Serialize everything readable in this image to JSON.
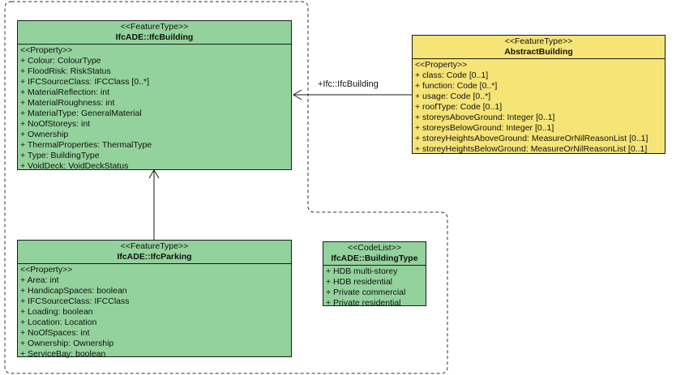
{
  "classes": {
    "ifc_building": {
      "stereotype": "<<FeatureType>>",
      "name": "IfcADE::IfcBuilding",
      "section": "<<Property>>",
      "attributes": [
        "+ Colour: ColourType",
        "+ FloodRisk: RiskStatus",
        "+ IFCSourceClass: IFCClass [0..*]",
        "+ MaterialReflection: int",
        "+ MaterialRoughness: int",
        "+ MaterialType: GeneralMaterial",
        "+ NoOfStoreys: int",
        "+ Ownership",
        "+ ThermalProperties: ThermalType",
        "+ Type: BuildingType",
        "+ VoidDeck: VoidDeckStatus"
      ]
    },
    "abstract_building": {
      "stereotype": "<<FeatureType>>",
      "name": "AbstractBuilding",
      "section": "<<Property>>",
      "attributes": [
        "+ class: Code [0..1]",
        "+ function: Code [0..*]",
        "+ usage: Code [0..*]",
        "+ roofType: Code [0..1]",
        "+ storeysAboveGround: Integer [0..1]",
        "+ storeysBelowGround: Integer [0..1]",
        "+ storeyHeightsAboveGround: MeasureOrNilReasonList [0..1]",
        "+ storeyHeightsBelowGround: MeasureOrNilReasonList [0..1]"
      ]
    },
    "ifc_parking": {
      "stereotype": "<<FeatureType>>",
      "name": "IfcADE::IfcParking",
      "section": "<<Property>>",
      "attributes": [
        "+ Area: int",
        "+ HandicapSpaces: boolean",
        "+ IFCSourceClass: IFCClass",
        "+ Loading: boolean",
        "+ Location: Location",
        "+ NoOfSpaces: int",
        "+ Ownership: Ownership",
        "+ ServiceBay: boolean"
      ]
    },
    "building_type": {
      "stereotype": "<<CodeList>>",
      "name": "IfcADE::BuildingType",
      "attributes": [
        "+ HDB multi-storey",
        "+ HDB residential",
        "+ Private commercial",
        "+ Private residential"
      ]
    }
  },
  "associations": {
    "ifc_link_label": "+Ifc::IfcBuilding"
  },
  "colors": {
    "feature_green": "#93d29c",
    "abstract_yellow": "#f6e477",
    "line": "#1a1a1a"
  }
}
